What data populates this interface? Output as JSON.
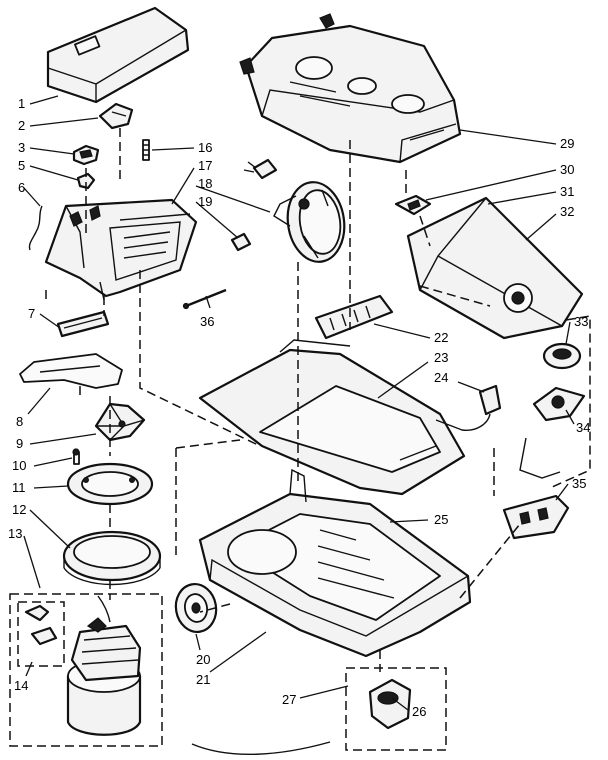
{
  "callouts": {
    "c1": "1",
    "c2": "2",
    "c3": "3",
    "c5": "5",
    "c6": "6",
    "c7": "7",
    "c8": "8",
    "c9": "9",
    "c10": "10",
    "c11": "11",
    "c12": "12",
    "c13": "13",
    "c14": "14",
    "c16": "16",
    "c17": "17",
    "c18": "18",
    "c19": "19",
    "c20": "20",
    "c21": "21",
    "c22": "22",
    "c23": "23",
    "c24": "24",
    "c25": "25",
    "c26": "26",
    "c27": "27",
    "c29": "29",
    "c30": "30",
    "c31": "31",
    "c32": "32",
    "c33": "33",
    "c34": "34",
    "c35": "35",
    "c36": "36"
  }
}
